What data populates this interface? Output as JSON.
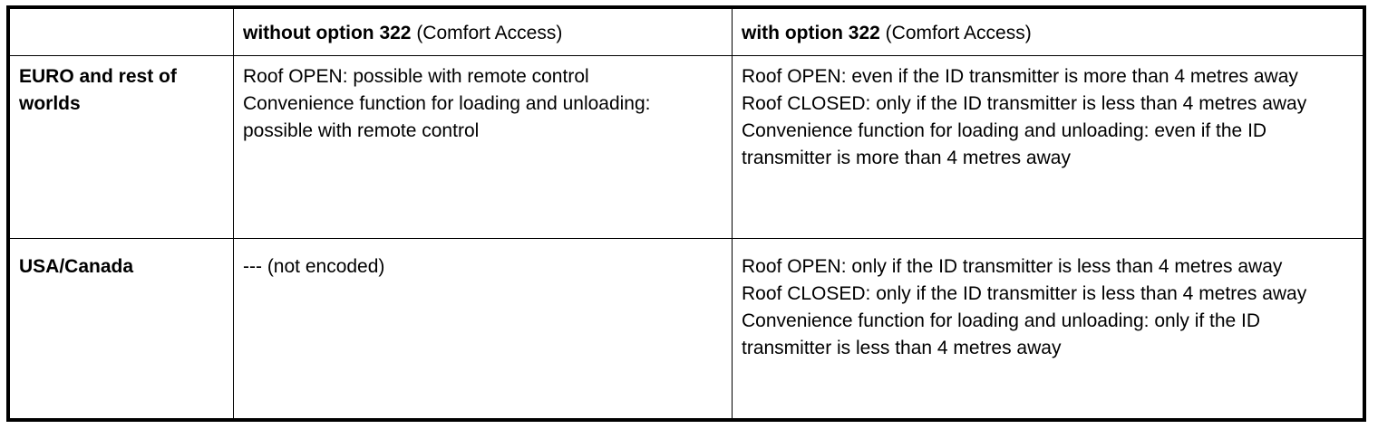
{
  "table": {
    "header": {
      "col0": "",
      "col1_bold": "without option 322",
      "col1_rest": " (Comfort Access)",
      "col2_bold": "with option 322",
      "col2_rest": " (Comfort Access)"
    },
    "rows": [
      {
        "label": "EURO and rest of worlds",
        "without": [
          "Roof OPEN: possible with remote control",
          "Convenience function for loading and unloading: possible with remote control"
        ],
        "with": [
          "Roof OPEN: even if the ID transmitter is more than 4 metres away",
          "Roof CLOSED: only if the ID transmitter is less than 4 metres away",
          "Convenience function for loading and unloading: even if the ID transmitter is more than 4 metres away"
        ]
      },
      {
        "label": "USA/Canada",
        "without": [
          "--- (not encoded)"
        ],
        "with": [
          "Roof OPEN: only if the ID transmitter is less than 4 metres away",
          "Roof CLOSED: only if the ID transmitter is less than 4 metres away",
          "Convenience function for loading and unloading: only if the ID transmitter is less than 4 metres away"
        ]
      }
    ]
  }
}
